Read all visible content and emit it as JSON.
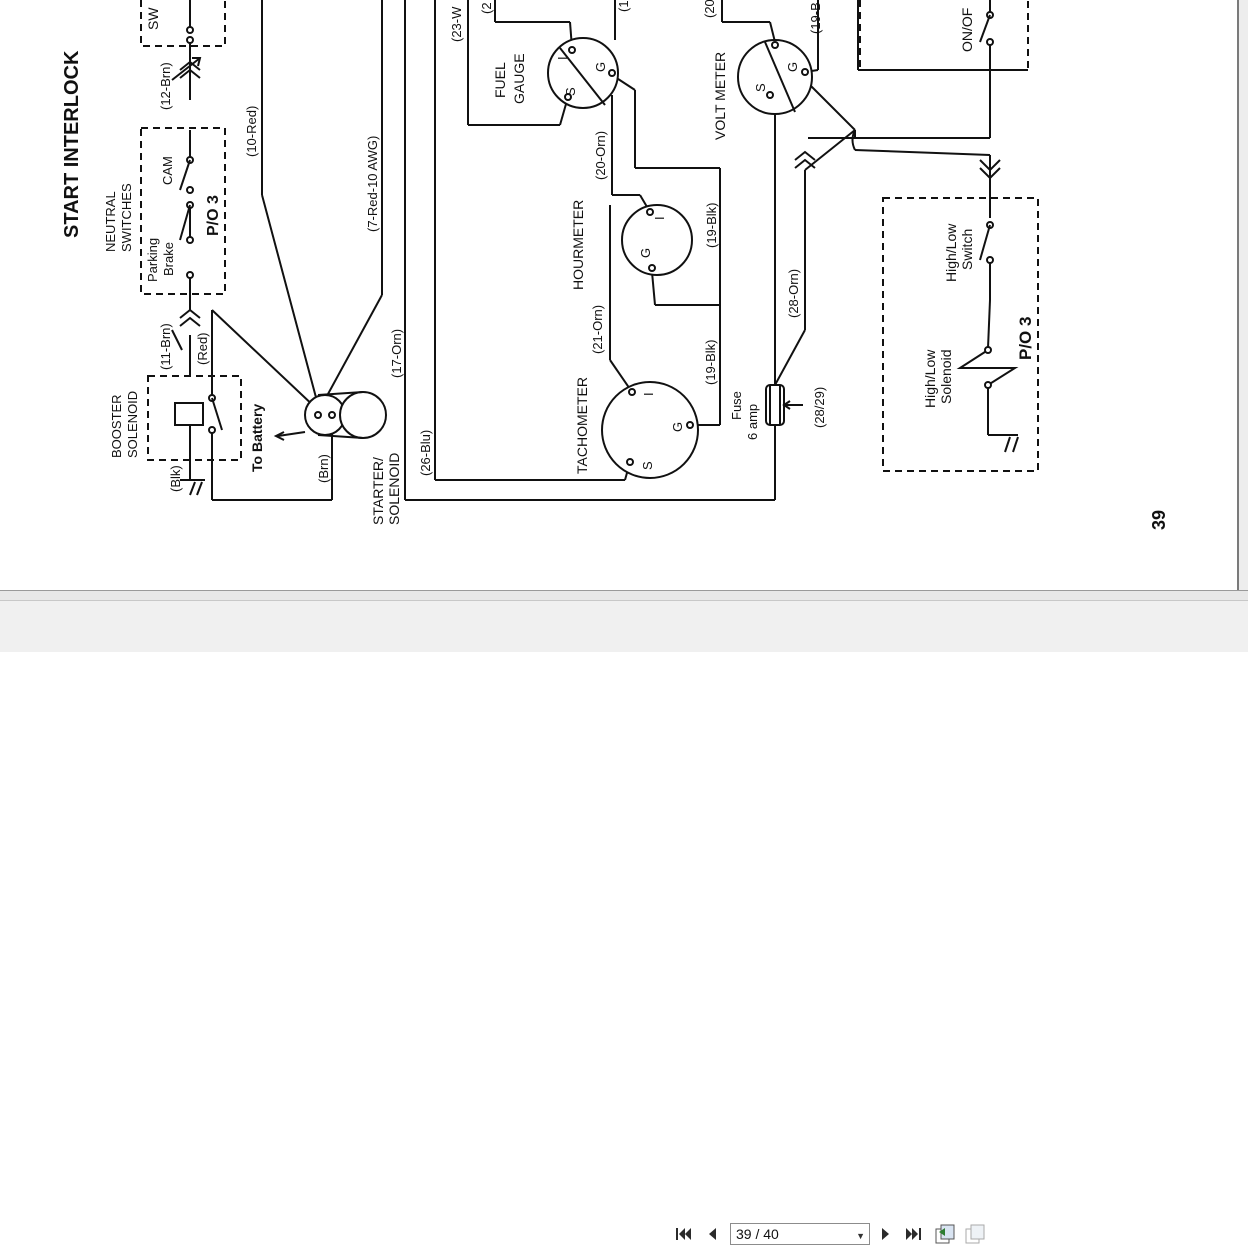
{
  "diagram": {
    "title": "START  INTERLOCK",
    "page_number": "39",
    "labels": {
      "neutral_switches_1": "NEUTRAL",
      "neutral_switches_2": "SWITCHES",
      "parking_brake_1": "Parking",
      "parking_brake_2": "Brake",
      "cam": "CAM",
      "po3_a": "P/O  3",
      "po3_b": "P/O  3",
      "sw": "SW",
      "wire_12brn": "(12-Brn)",
      "wire_11brn": "(11-Brn)",
      "wire_red": "(Red)",
      "booster_1": "BOOSTER",
      "booster_2": "SOLENOID",
      "blk": "(Blk)",
      "to_battery": "To Battery",
      "brn": "(Brn)",
      "wire_10red": "(10-Red)",
      "wire_7red": "(7-Red-10 AWG)",
      "wire_17orn": "(17-Orn)",
      "starter_1": "STARTER/",
      "starter_2": "SOLENOID",
      "wire_26blu": "(26-Blu)",
      "wire_23w": "(23-W",
      "fuel_1": "FUEL",
      "fuel_2": "GAUGE",
      "wire_20orn": "(20-Orn)",
      "hourmeter": "HOURMETER",
      "wire_19blk_a": "(19-Blk)",
      "wire_21orn": "(21-Orn)",
      "tachometer": "TACHOMETER",
      "wire_19blk_b": "(19-Blk)",
      "fuse_1": "Fuse",
      "fuse_2": "6 amp",
      "wire_2829": "(28/29)",
      "wire_28orn": "(28-Orn)",
      "volt_meter": "VOLT METER",
      "wire_19b": "(19-B",
      "wire_20": "(20",
      "onoff": "ON/OF",
      "hl_switch_1": "High/Low",
      "hl_switch_2": "Switch",
      "hl_solenoid_1": "High/Low",
      "hl_solenoid_2": "Solenoid",
      "t_I": "I",
      "t_G": "G",
      "t_S": "S",
      "t_2": "(2",
      "t_1": "(1"
    }
  },
  "toolbar": {
    "page_indicator": "39 / 40",
    "icons": {
      "first": "first-page-icon",
      "prev": "previous-page-icon",
      "next": "next-page-icon",
      "last": "last-page-icon",
      "fit": "fit-page-icon",
      "extract": "copy-page-icon"
    }
  },
  "colors": {
    "ink": "#111111",
    "statusbar": "#f0f0f0",
    "icon": "#2b2b2b"
  }
}
